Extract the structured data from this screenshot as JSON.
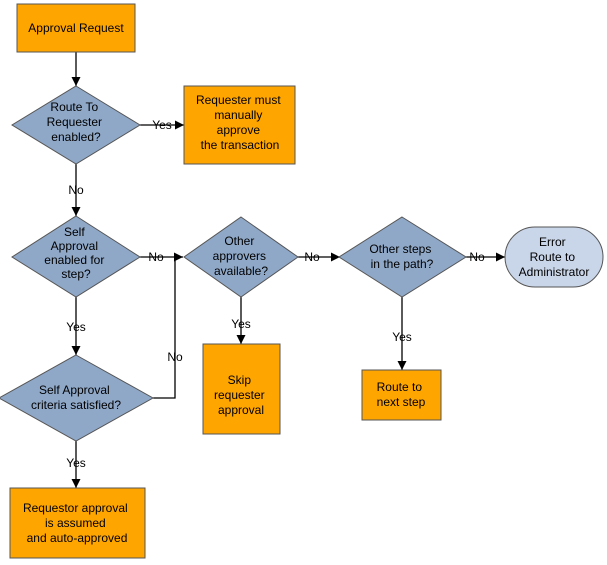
{
  "flowchart": {
    "nodes": {
      "approval_request": {
        "lines": [
          "Approval Request"
        ]
      },
      "route_to_requester": {
        "lines": [
          "Route To",
          "Requester",
          "enabled?"
        ]
      },
      "requester_manual": {
        "lines": [
          "Requester must",
          "manually",
          "approve",
          "the transaction"
        ]
      },
      "self_approval_enabled": {
        "lines": [
          "Self",
          "Approval",
          "enabled for",
          "step?"
        ]
      },
      "self_approval_criteria": {
        "lines": [
          "Self Approval",
          "criteria satisfied?"
        ]
      },
      "requestor_assumed": {
        "lines": [
          "Requestor approval",
          "is assumed",
          "and auto-approved"
        ]
      },
      "other_approvers": {
        "lines": [
          "Other",
          "approvers",
          "available?"
        ]
      },
      "skip_requester": {
        "lines": [
          "Skip",
          "requester",
          "approval"
        ]
      },
      "other_steps": {
        "lines": [
          "Other steps",
          "in the path?"
        ]
      },
      "route_next": {
        "lines": [
          "Route to",
          "next step"
        ]
      },
      "error_admin": {
        "lines": [
          "Error",
          "Route to",
          "Administrator"
        ]
      }
    },
    "edge_labels": {
      "rtr_yes": "Yes",
      "rtr_no": "No",
      "sae_no": "No",
      "sae_yes": "Yes",
      "sac_no": "No",
      "sac_yes": "Yes",
      "oa_no": "No",
      "oa_yes": "Yes",
      "os_no": "No",
      "os_yes": "Yes"
    }
  },
  "colors": {
    "process": "#FFA500",
    "decision": "#8FA8C8",
    "terminal": "#C9D5E8"
  }
}
